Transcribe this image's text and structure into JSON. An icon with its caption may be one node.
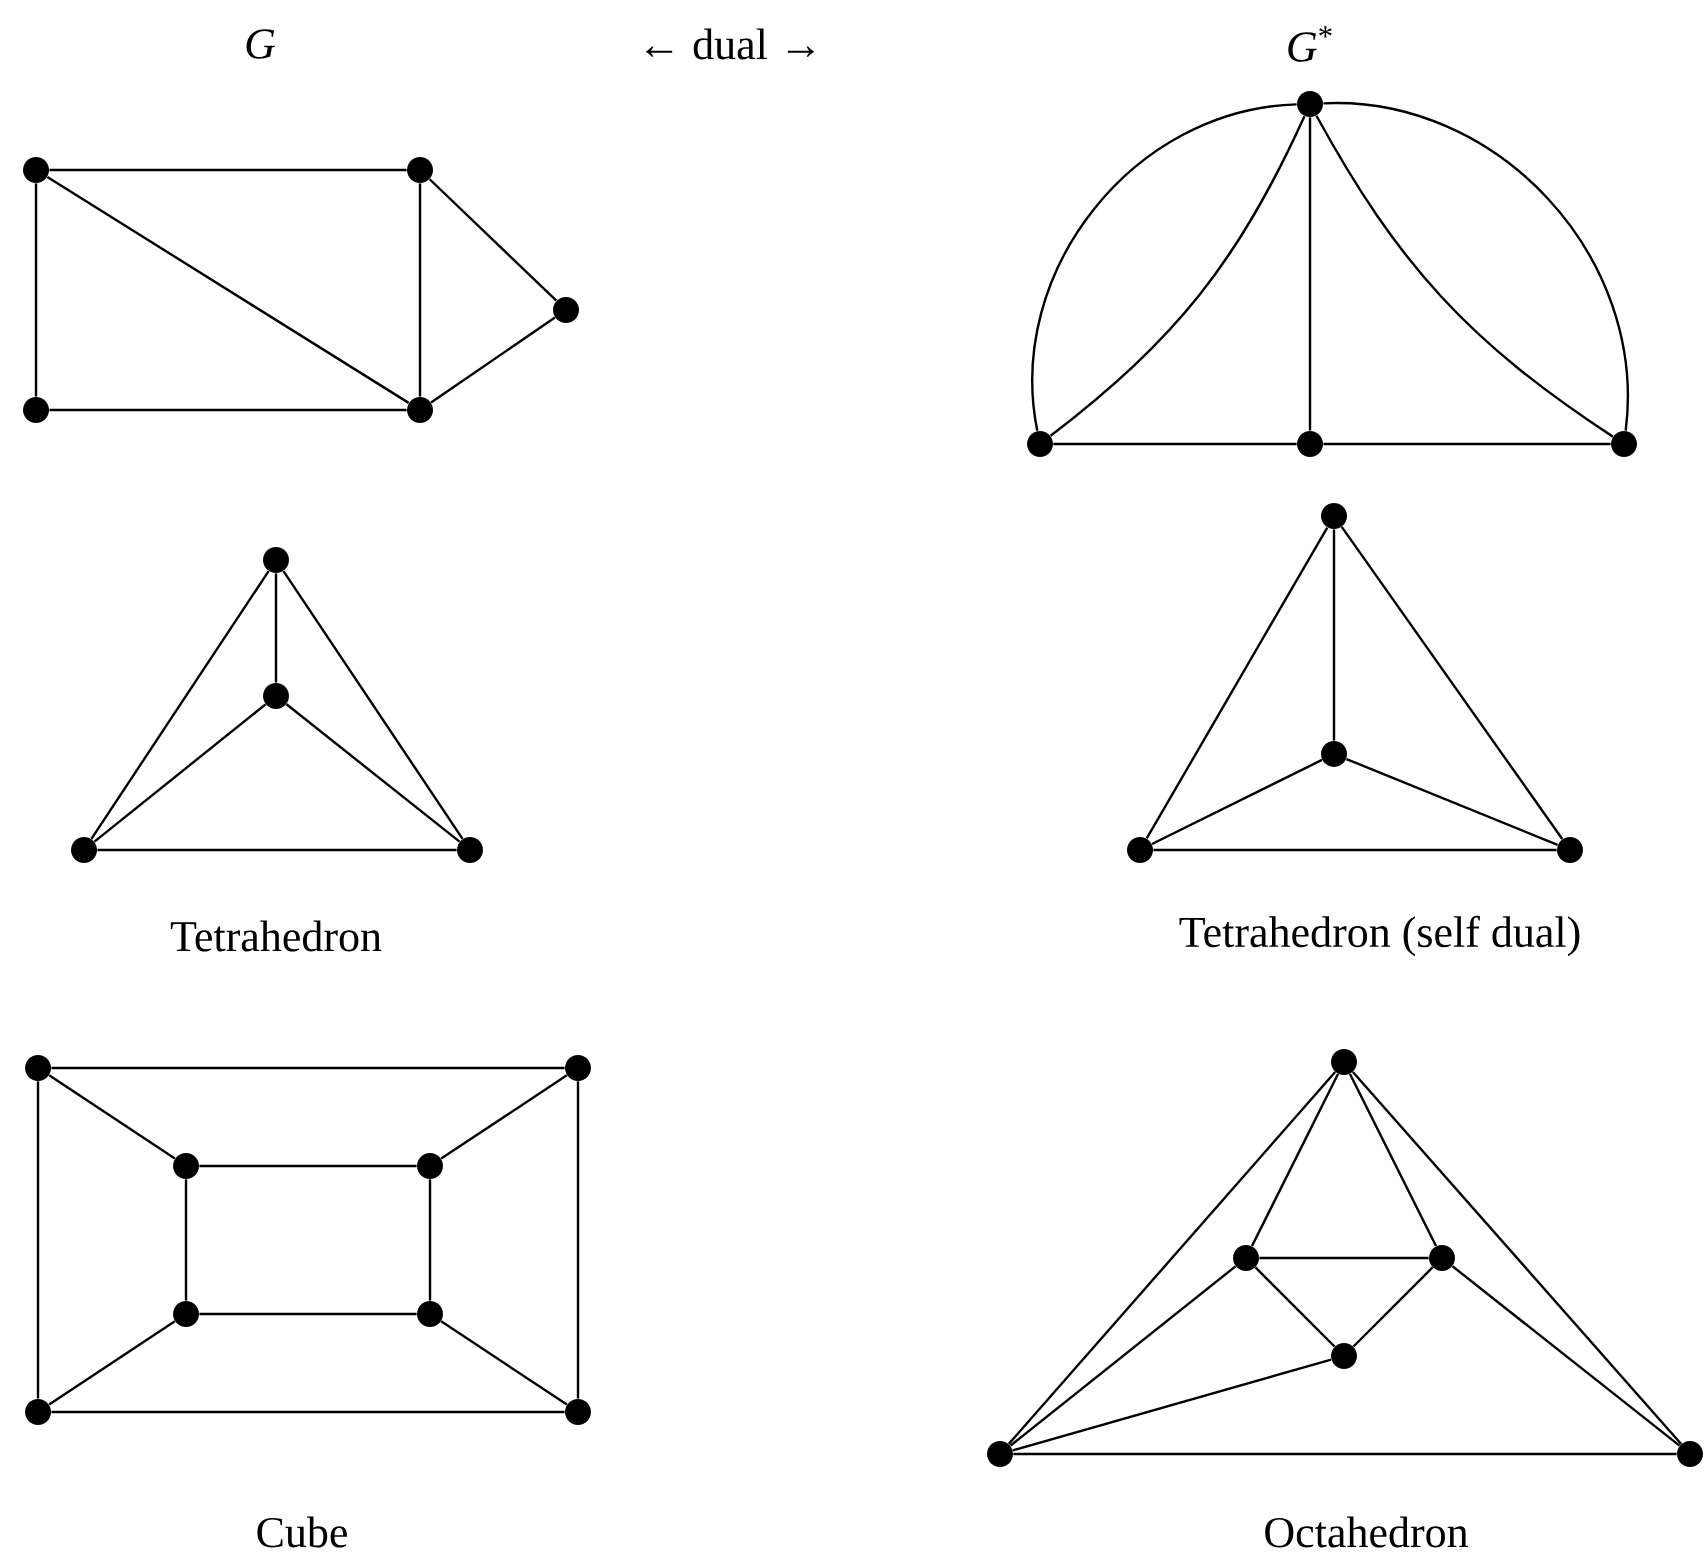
{
  "diagram": {
    "nodes": [
      {
        "text": [],
        "shape": "circle"
      },
      {
        "text": [],
        "shape": "circle"
      },
      {
        "text": [],
        "shape": "circle"
      },
      {
        "text": [],
        "shape": "circle"
      },
      {
        "text": [],
        "shape": "circle"
      },
      {
        "text": [],
        "shape": "circle"
      },
      {
        "text": [],
        "shape": "circle"
      },
      {
        "text": [],
        "shape": "circle"
      },
      {
        "text": [],
        "shape": "circle"
      },
      {
        "text": [],
        "shape": "circle"
      },
      {
        "text": [],
        "shape": "circle"
      },
      {
        "text": [],
        "shape": "circle"
      },
      {
        "text": [],
        "shape": "circle"
      },
      {
        "text": [],
        "shape": "circle"
      },
      {
        "text": [],
        "shape": "circle"
      },
      {
        "text": [],
        "shape": "circle"
      },
      {
        "text": [],
        "shape": "circle"
      },
      {
        "text": [],
        "shape": "circle"
      },
      {
        "text": [],
        "shape": "circle"
      },
      {
        "text": [],
        "shape": "circle"
      },
      {
        "text": [],
        "shape": "circle"
      },
      {
        "text": [],
        "shape": "circle"
      },
      {
        "text": [],
        "shape": "circle"
      },
      {
        "text": [],
        "shape": "circle"
      },
      {
        "text": [],
        "shape": "circle"
      },
      {
        "text": [],
        "shape": "circle"
      },
      {
        "text": [],
        "shape": "circle"
      },
      {
        "text": [],
        "shape": "circle"
      },
      {
        "text": [],
        "shape": "circle"
      },
      {
        "text": [],
        "shape": "circle"
      },
      {
        "text": [],
        "shape": "circle"
      }
    ],
    "edges": [
      {
        "from": 0,
        "to": 1,
        "arrow": "none"
      },
      {
        "from": 0,
        "to": 3,
        "arrow": "none"
      },
      {
        "from": 0,
        "to": 4,
        "arrow": "none"
      },
      {
        "from": 1,
        "to": 4,
        "arrow": "none"
      },
      {
        "from": 1,
        "to": 2,
        "arrow": "none"
      },
      {
        "from": 2,
        "to": 4,
        "arrow": "none"
      },
      {
        "from": 3,
        "to": 4,
        "arrow": "none"
      },
      {
        "from": 5,
        "to": 6,
        "arrow": "none"
      },
      {
        "from": 5,
        "to": 6,
        "arrow": "none"
      },
      {
        "from": 5,
        "to": 7,
        "arrow": "none"
      },
      {
        "from": 5,
        "to": 8,
        "arrow": "none"
      },
      {
        "from": 5,
        "to": 8,
        "arrow": "none"
      },
      {
        "from": 6,
        "to": 7,
        "arrow": "none"
      },
      {
        "from": 7,
        "to": 8,
        "arrow": "none"
      },
      {
        "from": 9,
        "to": 10,
        "arrow": "none"
      },
      {
        "from": 9,
        "to": 11,
        "arrow": "none"
      },
      {
        "from": 9,
        "to": 12,
        "arrow": "none"
      },
      {
        "from": 10,
        "to": 11,
        "arrow": "none"
      },
      {
        "from": 10,
        "to": 12,
        "arrow": "none"
      },
      {
        "from": 11,
        "to": 12,
        "arrow": "none"
      },
      {
        "from": 13,
        "to": 14,
        "arrow": "none"
      },
      {
        "from": 13,
        "to": 15,
        "arrow": "none"
      },
      {
        "from": 13,
        "to": 16,
        "arrow": "none"
      },
      {
        "from": 14,
        "to": 15,
        "arrow": "none"
      },
      {
        "from": 14,
        "to": 16,
        "arrow": "none"
      },
      {
        "from": 15,
        "to": 16,
        "arrow": "none"
      },
      {
        "from": 17,
        "to": 18,
        "arrow": "none"
      },
      {
        "from": 17,
        "to": 23,
        "arrow": "none"
      },
      {
        "from": 18,
        "to": 24,
        "arrow": "none"
      },
      {
        "from": 23,
        "to": 24,
        "arrow": "none"
      },
      {
        "from": 19,
        "to": 20,
        "arrow": "none"
      },
      {
        "from": 19,
        "to": 21,
        "arrow": "none"
      },
      {
        "from": 20,
        "to": 22,
        "arrow": "none"
      },
      {
        "from": 21,
        "to": 22,
        "arrow": "none"
      },
      {
        "from": 17,
        "to": 19,
        "arrow": "none"
      },
      {
        "from": 18,
        "to": 20,
        "arrow": "none"
      },
      {
        "from": 21,
        "to": 23,
        "arrow": "none"
      },
      {
        "from": 22,
        "to": 24,
        "arrow": "none"
      },
      {
        "from": 25,
        "to": 26,
        "arrow": "none"
      },
      {
        "from": 25,
        "to": 27,
        "arrow": "none"
      },
      {
        "from": 25,
        "to": 29,
        "arrow": "none"
      },
      {
        "from": 25,
        "to": 30,
        "arrow": "none"
      },
      {
        "from": 26,
        "to": 27,
        "arrow": "none"
      },
      {
        "from": 26,
        "to": 28,
        "arrow": "none"
      },
      {
        "from": 27,
        "to": 28,
        "arrow": "none"
      },
      {
        "from": 26,
        "to": 29,
        "arrow": "none"
      },
      {
        "from": 28,
        "to": 29,
        "arrow": "none"
      },
      {
        "from": 29,
        "to": 30,
        "arrow": "none"
      },
      {
        "from": 27,
        "to": 30,
        "arrow": "none"
      }
    ],
    "labels": [
      "G",
      "← dual →",
      "*G*$^{*}$",
      "Tetrahedron",
      "Tetrahedron (self dual)",
      "Cube",
      "Octahedron"
    ]
  }
}
